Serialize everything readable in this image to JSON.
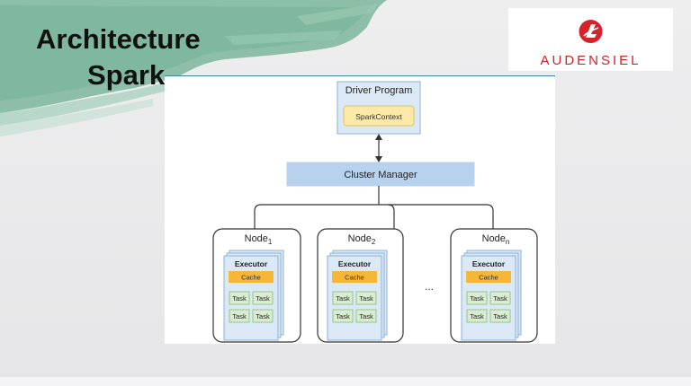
{
  "slide": {
    "title_line1": "Architecture",
    "title_line2": "Spark"
  },
  "logo": {
    "brand": "AUDENSIEL",
    "brand_color": "#d4232b",
    "icon": "audensiel-logo-icon"
  },
  "diagram": {
    "driver_program": "Driver Program",
    "spark_context": "SparkContext",
    "cluster_manager": "Cluster Manager",
    "ellipsis": "...",
    "nodes": [
      {
        "label": "Node",
        "subscript": "1",
        "executor": "Executor",
        "cache": "Cache",
        "tasks": [
          "Task",
          "Task",
          "Task",
          "Task"
        ]
      },
      {
        "label": "Node",
        "subscript": "2",
        "executor": "Executor",
        "cache": "Cache",
        "tasks": [
          "Task",
          "Task",
          "Task",
          "Task"
        ]
      },
      {
        "label": "Node",
        "subscript": "n",
        "executor": "Executor",
        "cache": "Cache",
        "tasks": [
          "Task",
          "Task",
          "Task",
          "Task"
        ]
      }
    ],
    "colors": {
      "box_fill": "#dbe8f6",
      "box_stroke": "#8cb0d6",
      "context_fill": "#fde9a8",
      "cache_fill": "#f6b637",
      "task_fill": "#d8ecd0",
      "task_stroke": "#9bc48a"
    }
  }
}
